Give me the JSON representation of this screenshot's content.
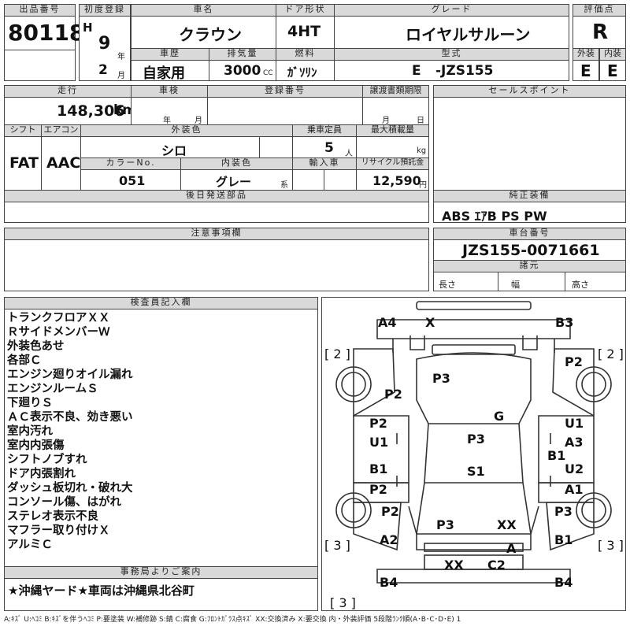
{
  "header": {
    "lot_label": "出品番号",
    "lot_no": "80118",
    "first_reg_label": "初度登録",
    "era": "H",
    "year": "9",
    "year_unit": "年",
    "month": "2",
    "month_unit": "月",
    "car_name_label": "車名",
    "car_name": "クラウン",
    "door_label": "ドア形状",
    "door": "4HT",
    "grade_label": "グレード",
    "grade": "ロイヤルサルーン",
    "score_label": "評価点",
    "score": "R",
    "history_label": "車歴",
    "history": "自家用",
    "displacement_label": "排気量",
    "displacement": "3000",
    "displacement_unit": "CC",
    "fuel_label": "燃料",
    "fuel": "ｶﾞｿﾘﾝ",
    "model_label": "型式",
    "model_prefix": "E",
    "model": "-JZS155",
    "ext_label": "外装",
    "ext_score": "E",
    "int_label": "内装",
    "int_score": "E"
  },
  "mid": {
    "mileage_label": "走行",
    "mileage": "148,306",
    "mileage_unit": "km",
    "inspection_label": "車検",
    "insp_year": "年",
    "insp_month": "月",
    "reg_no_label": "登録番号",
    "transfer_label": "譲渡書類期限",
    "transfer_month": "月",
    "transfer_day": "日",
    "shift_label": "シフト",
    "shift": "FAT",
    "ac_label": "エアコン",
    "ac": "AAC",
    "color_label": "外装色",
    "color": "シロ",
    "capacity_label": "乗車定員",
    "capacity": "5",
    "capacity_unit": "人",
    "load_label": "最大積載量",
    "load_unit": "kg",
    "color_no_label": "カラーNo.",
    "color_no": "051",
    "interior_label": "内装色",
    "interior": "グレー",
    "interior_suffix": "系",
    "import_label": "輸入車",
    "recycle_label": "リサイクル預託金",
    "recycle": "12,590",
    "recycle_unit": "円",
    "later_parts_label": "後日発送部品",
    "sales_label": "セールスポイント",
    "equip_label": "純正装備",
    "equip": "ABS ｴｱB PS PW",
    "caution_label": "注意事項欄",
    "chassis_label": "車台番号",
    "chassis": "JZS155-0071661",
    "dims_label": "諸元",
    "length_label": "長さ",
    "width_label": "幅",
    "height_label": "高さ"
  },
  "notes": {
    "label": "検査員記入欄",
    "lines": [
      "トランクフロアＸＸ",
      "ＲサイドメンバーＷ",
      "外装色あせ",
      "各部Ｃ",
      "エンジン廻りオイル漏れ",
      "エンジンルームＳ",
      "下廻りＳ",
      "ＡＣ表示不良、効き悪い",
      "室内汚れ",
      "室内内張傷",
      "シフトノブすれ",
      "ドア内張割れ",
      "ダッシュ板切れ・破れ大",
      "コンソール傷、はがれ",
      "ステレオ表示不良",
      "マフラー取り付けＸ",
      "アルミＣ"
    ],
    "office_label": "事務局よりご案内",
    "office_note": "★沖縄ヤード★車両は沖縄県北谷町"
  },
  "diagram": {
    "marks": {
      "a4": "A4",
      "x_top": "X",
      "b3_top": "B3",
      "tire_fl": "[ 2 ]",
      "tire_fr": "[ 2 ]",
      "tire_rl": "[ 3 ]",
      "tire_rr": "[ 3 ]",
      "spare": "[ 3 ]",
      "p2_tr": "P2",
      "p3_roof": "P3",
      "p2_lq": "P2",
      "g_glass": "G",
      "p2_ld": "P2",
      "u1_ld": "U1",
      "u1_rd": "U1",
      "a3_rd": "A3",
      "p3_cab": "P3",
      "b1_rs": "B1",
      "b1_lrd": "B1",
      "s1_cab": "S1",
      "u2_rrd": "U2",
      "p2_lrd": "P2",
      "a1_rrd": "A1",
      "p2_lf": "P2",
      "p3_hood": "P3",
      "xx_hood": "XX",
      "p3_rf": "P3",
      "a2_lf": "A2",
      "b1_rf": "B1",
      "a_bumper": "A",
      "xx_front": "XX",
      "c2_front": "C2",
      "b4_l": "B4",
      "b4_r": "B4"
    }
  },
  "legend": {
    "text": "A:ｷｽﾞ U:ﾍｺﾐ B:ｷｽﾞを伴うﾍｺﾐ P:要塗装 W:補修跡 S:錆 C:腐食 G:ﾌﾛﾝﾄｶﾞﾗｽ点ｷｽﾞ XX:交換済み X:要交換 内・外装評価 5段階ﾗﾝｸ順(A･B･C･D･E) 1"
  }
}
